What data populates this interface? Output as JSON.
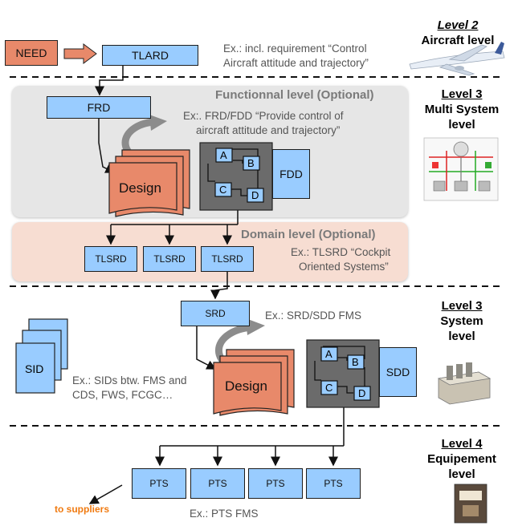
{
  "levels": {
    "l2": {
      "number": "Level 2",
      "name": "Aircraft level"
    },
    "l3_multi": {
      "number": "Level 3",
      "name1": "Multi System",
      "name2": "level"
    },
    "l3_sys": {
      "number": "Level 3",
      "name1": "System",
      "name2": "level"
    },
    "l4": {
      "number": "Level 4",
      "name1": "Equipement",
      "name2": "level"
    }
  },
  "boxes": {
    "need": "NEED",
    "tlard": "TLARD",
    "frd": "FRD",
    "fdd": "FDD",
    "tlsrd": [
      "TLSRD",
      "TLSRD",
      "TLSRD"
    ],
    "srd": "SRD",
    "sdd": "SDD",
    "sid": "SID",
    "pts": [
      "PTS",
      "PTS",
      "PTS",
      "PTS"
    ],
    "design": "Design",
    "blocks": [
      "A",
      "B",
      "C",
      "D"
    ]
  },
  "panels": {
    "functional_title": "Functionnal level (Optional)",
    "domain_title": "Domain level (Optional)"
  },
  "notes": {
    "tlard_1": "Ex.: incl. requirement “Control",
    "tlard_2": "Aircraft attitude and trajectory”",
    "frd_1": "Ex:. FRD/FDD “Provide control of",
    "frd_2": "aircraft attitude and trajectory”",
    "tlsrd_1": "Ex.: TLSRD “Cockpit",
    "tlsrd_2": "Oriented Systems”",
    "srd": "Ex.: SRD/SDD FMS",
    "sid_1": "Ex.: SIDs btw. FMS and",
    "sid_2": "CDS, FWS, FCGC…",
    "pts": "Ex.: PTS FMS",
    "suppliers": "to suppliers"
  },
  "colors": {
    "box_blue": "#99ccff",
    "design_salmon": "#e8896a",
    "suppliers_orange": "#f07a10",
    "functional_panel": "#e6e6e6",
    "domain_panel": "#f7ddd2",
    "dark_block": "#6b6b6b"
  }
}
